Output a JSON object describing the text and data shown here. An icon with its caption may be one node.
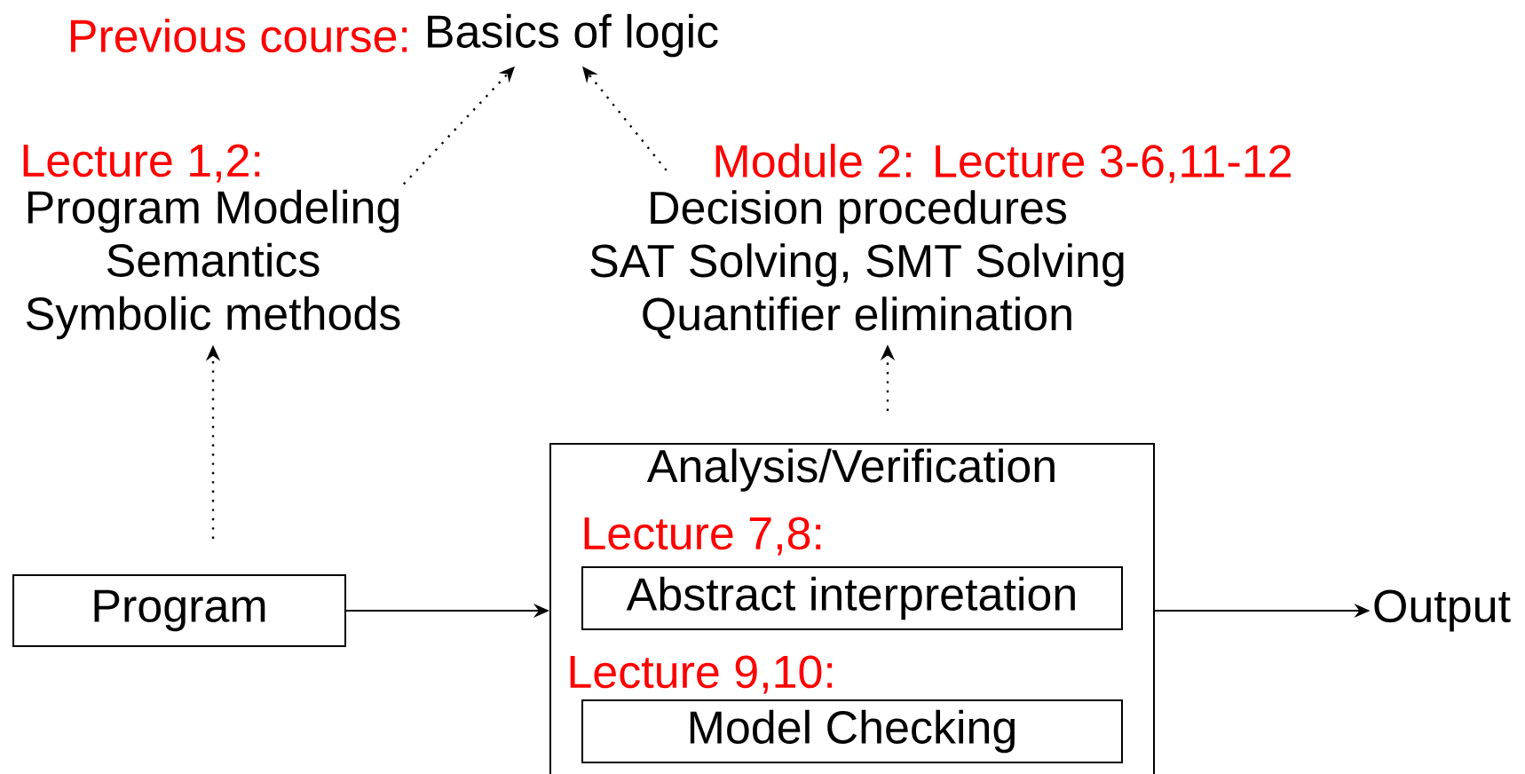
{
  "diagram": {
    "nodes": [
      {
        "text": [
          "Basics of logic"
        ],
        "beside": [
          "Previous course:"
        ]
      },
      {
        "text": [
          "Lecture 1,2:",
          "Program Modeling",
          "Semantics",
          "Symbolic methods"
        ]
      },
      {
        "text": [
          "Module 2: Lecture 3-6,11-12",
          "Decision procedures",
          "SAT Solving, SMT Solving",
          "Quantifier elimination"
        ]
      },
      {
        "text": [
          "Program"
        ]
      },
      {
        "text": [
          "Analysis/Verification"
        ]
      },
      {
        "text": [
          "Abstract interpretation"
        ],
        "in": 4,
        "beside": [
          "Lecture 7,8:"
        ]
      },
      {
        "text": [
          "Model Checking"
        ],
        "in": 4,
        "beside": [
          "Lecture 9,10:"
        ]
      },
      {
        "text": [
          "Output"
        ]
      }
    ],
    "edges": [
      {
        "from": 3,
        "to": 1,
        "arrow": "to",
        "style": "dashed"
      },
      {
        "from": 4,
        "to": 2,
        "arrow": "to",
        "style": "dashed"
      },
      {
        "from": 1,
        "to": 0,
        "arrow": "to",
        "style": "dashed"
      },
      {
        "from": 2,
        "to": 0,
        "arrow": "to",
        "style": "dashed"
      },
      {
        "from": 3,
        "to": 4,
        "arrow": "to"
      },
      {
        "from": 4,
        "to": 7,
        "arrow": "to"
      }
    ]
  }
}
